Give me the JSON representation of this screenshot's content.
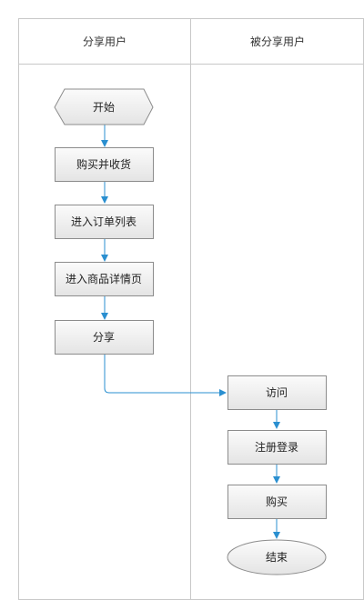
{
  "lanes": [
    {
      "title": "分享用户"
    },
    {
      "title": "被分享用户"
    }
  ],
  "nodes": {
    "start": "开始",
    "buy_receive": "购买并收货",
    "order_list": "进入订单列表",
    "product_detail": "进入商品详情页",
    "share": "分享",
    "visit": "访问",
    "register_login": "注册登录",
    "buy": "购买",
    "end": "结束"
  },
  "colors": {
    "border": "#c8c8c8",
    "node_fill": "#efefef",
    "node_stroke": "#8c8c8c",
    "connector": "#2a8fd0"
  }
}
